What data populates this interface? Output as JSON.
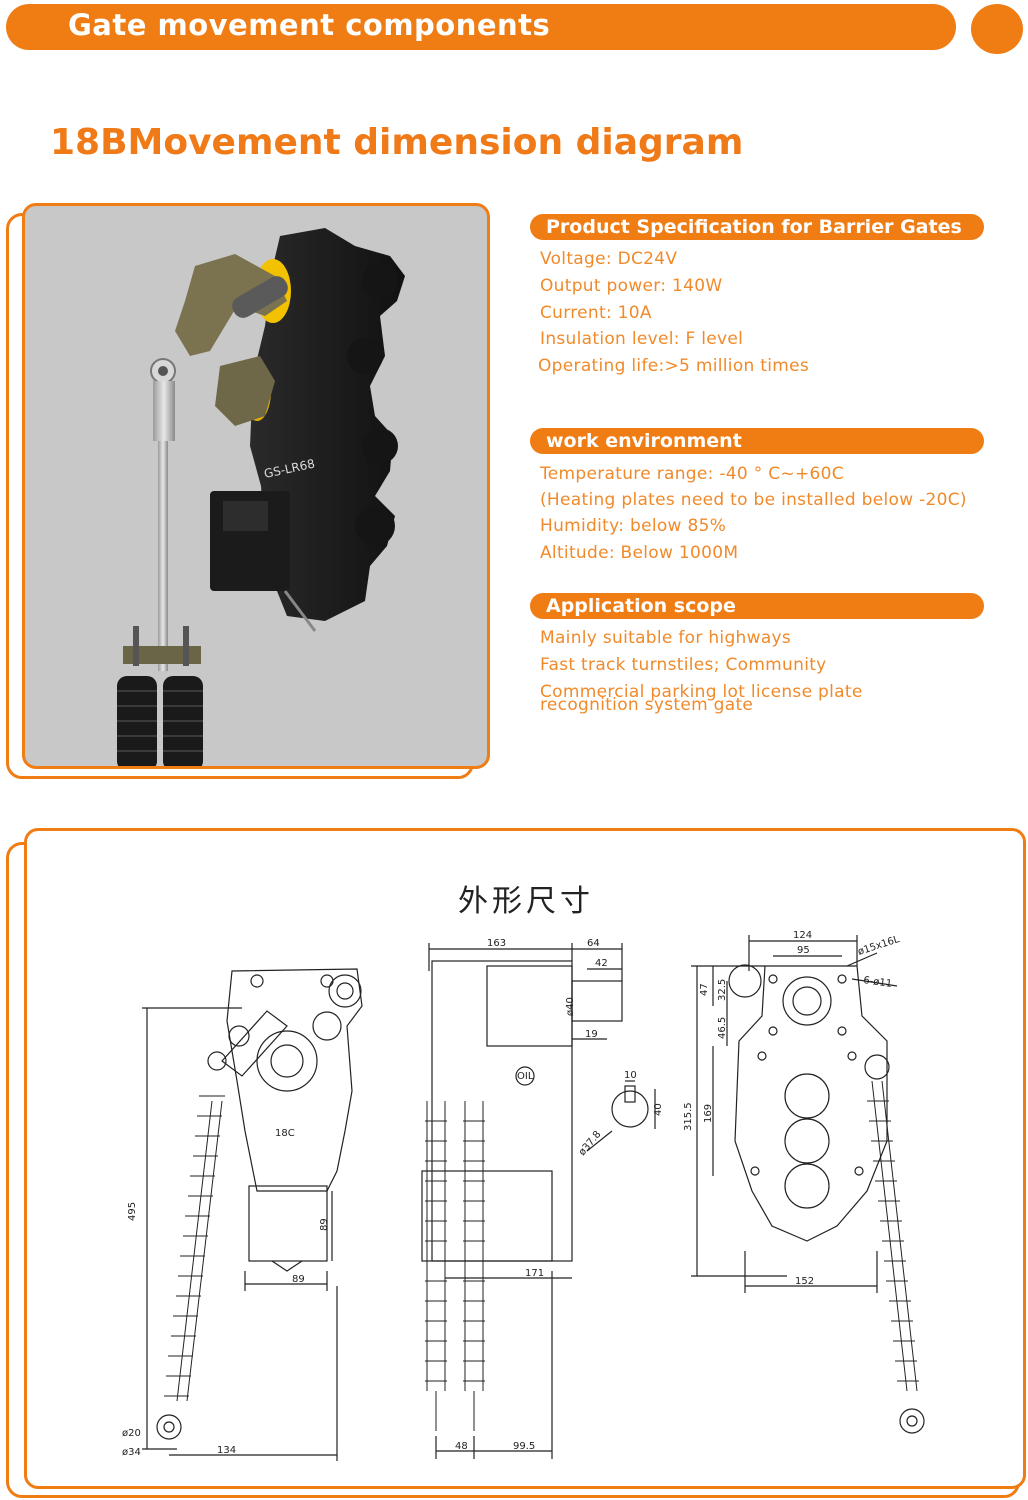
{
  "header": {
    "title": "Gate movement components"
  },
  "section_title": "18BMovement dimension diagram",
  "product_model": "GS-LR68",
  "spec_groups": [
    {
      "title": "Product Specification for Barrier Gates",
      "lines": [
        "Voltage: DC24V",
        "Output power: 140W",
        "Current: 10A",
        "Insulation level: F level",
        "Operating life:>5 million times"
      ]
    },
    {
      "title": "work environment",
      "lines": [
        "Temperature range: -40 ° C~+60C",
        "(Heating plates need to be installed below -20C)",
        "Humidity: below 85%",
        "Altitude: Below 1000M"
      ]
    },
    {
      "title": "Application scope",
      "lines": [
        "Mainly suitable for highways",
        "Fast track turnstiles; Community",
        "Commercial parking lot license plate",
        "recognition system gate"
      ]
    }
  ],
  "drawing": {
    "title": "外形尺寸",
    "front_view": {
      "label_18c": "18C",
      "dim_495": "495",
      "dim_89_vertical": "89",
      "dim_89": "89",
      "dim_134": "134",
      "dim_phi20": "ø20",
      "dim_phi34": "ø34"
    },
    "side_view": {
      "dim_163": "163",
      "dim_64": "64",
      "dim_42": "42",
      "dim_phi40": "ø40",
      "dim_19": "19",
      "dim_171": "171",
      "dim_48": "48",
      "dim_99_5": "99.5",
      "dim_10": "10",
      "dim_40": "40",
      "dim_phi37_8": "ø37.8",
      "oil_label": "OIL"
    },
    "back_view": {
      "dim_124": "124",
      "dim_95": "95",
      "dim_hole": "ø15x16L",
      "dim_6xphi11": "6-ø11",
      "dim_47": "47",
      "dim_32_5": "32.5",
      "dim_46_5": "46.5",
      "dim_169": "169",
      "dim_315_5": "315.5",
      "dim_152": "152"
    }
  },
  "colors": {
    "accent": "#f07c14",
    "spec_text": "#f08a2a",
    "photo_bg": "#c8c8c8"
  }
}
